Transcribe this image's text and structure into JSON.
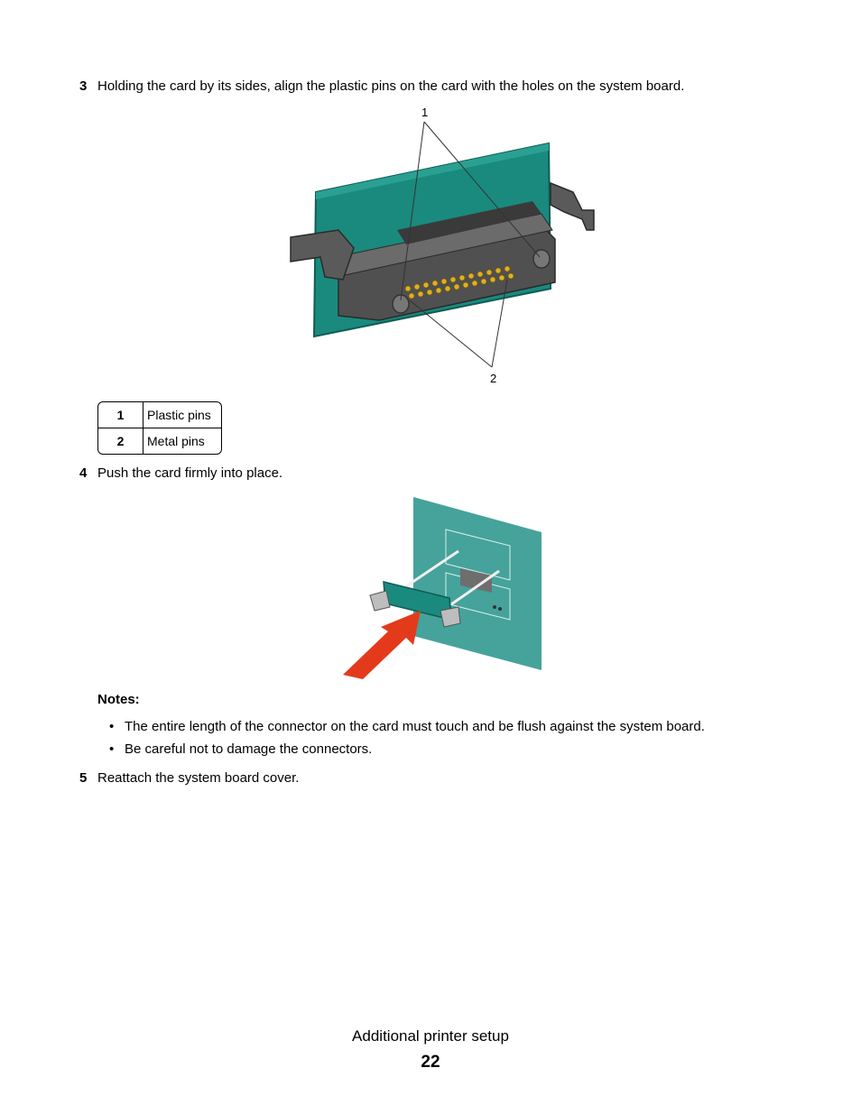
{
  "steps": [
    {
      "number": "3",
      "text": "Holding the card by its sides, align the plastic pins on the card with the holes on the system board."
    },
    {
      "number": "4",
      "text": "Push the card firmly into place."
    },
    {
      "number": "5",
      "text": "Reattach the system board cover."
    }
  ],
  "figure1": {
    "callout_1": "1",
    "callout_2": "2"
  },
  "legend": [
    {
      "key": "1",
      "label": "Plastic pins"
    },
    {
      "key": "2",
      "label": "Metal pins"
    }
  ],
  "notes": {
    "title": "Notes:",
    "bullet": "•",
    "items": [
      "The entire length of the connector on the card must touch and be flush against the system board.",
      "Be careful not to damage the connectors."
    ]
  },
  "footer": {
    "section": "Additional printer setup",
    "page": "22"
  },
  "colors": {
    "board": "#1a8a7e",
    "board_light": "#45a39b",
    "connector": "#4a4a4a",
    "pins": "#e0b020",
    "arrow": "#e43a1c"
  }
}
